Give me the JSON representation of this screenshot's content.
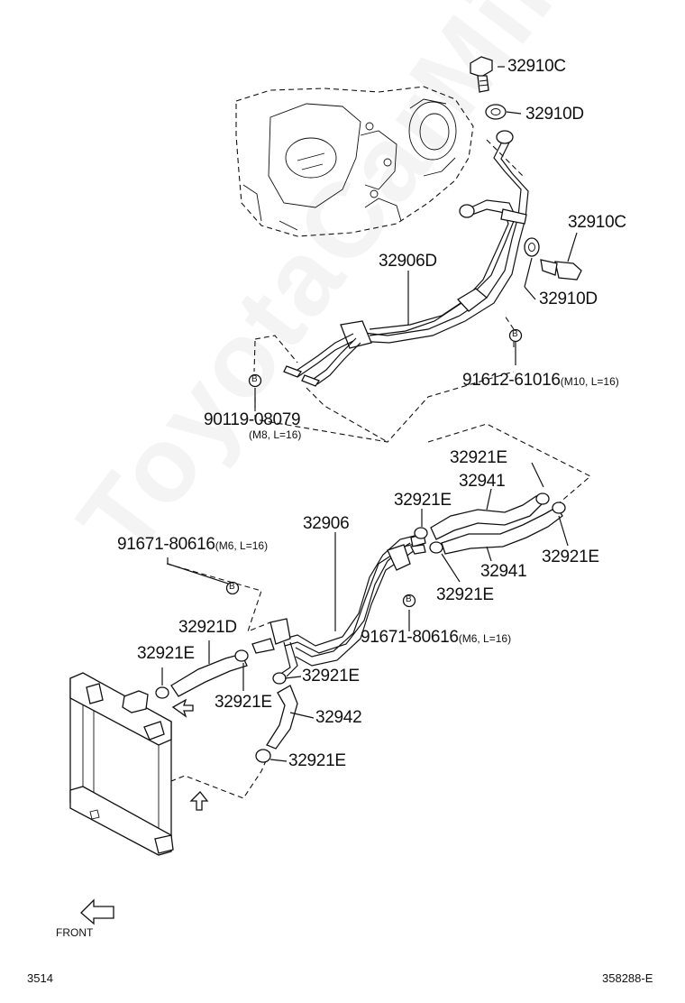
{
  "labels": {
    "p32910C_top": "32910C",
    "p32910D_top": "32910D",
    "p32910C_mid": "32910C",
    "p32906D": "32906D",
    "p32910D_mid": "32910D",
    "p91612": "91612-61016",
    "p91612_spec": "(M10, L=16)",
    "p90119": "90119-08079",
    "p90119_spec": "(M8, L=16)",
    "p32921E_a": "32921E",
    "p32941_a": "32941",
    "p32921E_b": "32921E",
    "p32906": "32906",
    "p91671_a": "91671-80616",
    "p91671_a_spec": "(M6, L=16)",
    "p32921E_c": "32921E",
    "p32941_b": "32941",
    "p32921E_d": "32921E",
    "p91671_b": "91671-80616",
    "p91671_b_spec": "(M6, L=16)",
    "p32921D": "32921D",
    "p32921E_e": "32921E",
    "p32921E_f": "32921E",
    "p32921E_g": "32921E",
    "p32942": "32942",
    "p32921E_h": "32921E"
  },
  "markers": {
    "b1": "B",
    "b2": "B",
    "b3": "B",
    "b4": "B"
  },
  "front_label": "FRONT",
  "footer": {
    "left": "3514",
    "right": "358288-E"
  },
  "watermark": "ToyotaCarMine.ru"
}
